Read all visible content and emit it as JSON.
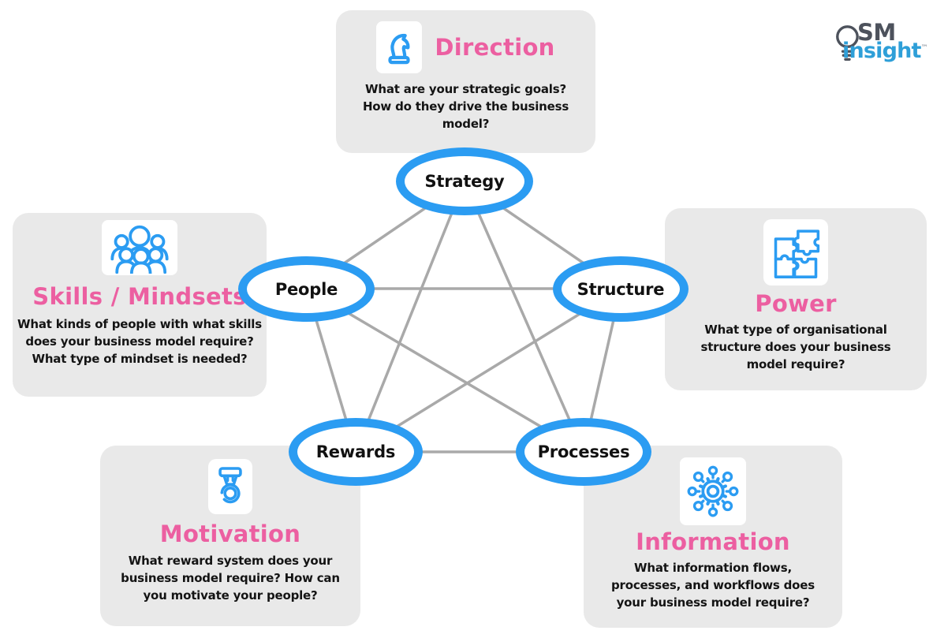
{
  "colors": {
    "blue": "#2b9cf2",
    "pink": "#ec5fa1",
    "card_bg": "#e9e9e9",
    "line": "#a9a9a9",
    "ink": "#141414",
    "logo_dark": "#4d525c",
    "logo_blue": "#2e9fd8"
  },
  "logo": {
    "sm": "SM",
    "insight": "insight",
    "trademark": "™"
  },
  "cards": {
    "direction": {
      "icon": "chess-knight-icon",
      "title": "Direction",
      "body": "What are your strategic goals?\nHow do they drive the business model?"
    },
    "skills": {
      "icon": "people-group-icon",
      "title": "Skills / Mindsets",
      "body": "What kinds of people with what skills\ndoes your business model require?\nWhat type of mindset is needed?"
    },
    "power": {
      "icon": "puzzle-pieces-icon",
      "title": "Power",
      "body": "What type of organisational\nstructure does your business\nmodel require?"
    },
    "motivation": {
      "icon": "medal-icon",
      "title": "Motivation",
      "body": "What reward system does your\nbusiness model require? How can\nyou motivate your people?"
    },
    "information": {
      "icon": "network-gear-icon",
      "title": "Information",
      "body": "What information flows,\nprocesses, and workflows does\nyour business model require?"
    }
  },
  "nodes": {
    "strategy": {
      "label": "Strategy"
    },
    "people": {
      "label": "People"
    },
    "structure": {
      "label": "Structure"
    },
    "rewards": {
      "label": "Rewards"
    },
    "processes": {
      "label": "Processes"
    }
  },
  "diagram": {
    "type": "network",
    "edges": [
      {
        "from": "strategy",
        "to": "people"
      },
      {
        "from": "strategy",
        "to": "structure"
      },
      {
        "from": "strategy",
        "to": "rewards"
      },
      {
        "from": "strategy",
        "to": "processes"
      },
      {
        "from": "people",
        "to": "structure"
      },
      {
        "from": "people",
        "to": "rewards"
      },
      {
        "from": "people",
        "to": "processes"
      },
      {
        "from": "structure",
        "to": "rewards"
      },
      {
        "from": "structure",
        "to": "processes"
      },
      {
        "from": "rewards",
        "to": "processes"
      }
    ]
  }
}
